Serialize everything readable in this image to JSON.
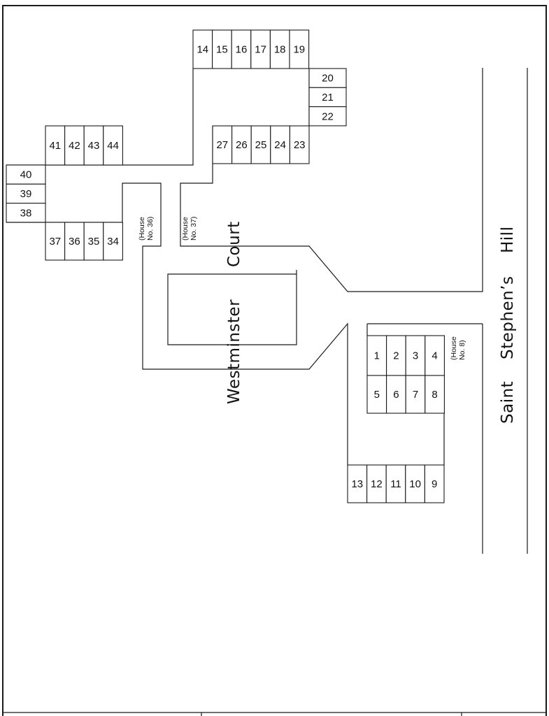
{
  "streets": {
    "court": {
      "word1": "Westminster",
      "word2": "Court"
    },
    "hill": {
      "word1": "Saint",
      "word2": "Stephen’s",
      "word3": "Hill"
    }
  },
  "house_labels": [
    {
      "line1": "(House",
      "line2": "No. 36)"
    },
    {
      "line1": "(House",
      "line2": "No. 37)"
    },
    {
      "line1": "(House",
      "line2": "No. 8)"
    }
  ],
  "unit_blocks": {
    "block_14_19": [
      "14",
      "15",
      "16",
      "17",
      "18",
      "19"
    ],
    "block_20_22": [
      "20",
      "21",
      "22"
    ],
    "block_27_23": [
      "27",
      "26",
      "25",
      "24",
      "23"
    ],
    "block_41_44": [
      "41",
      "42",
      "43",
      "44"
    ],
    "block_40_38": [
      "40",
      "39",
      "38"
    ],
    "block_37_34": [
      "37",
      "36",
      "35",
      "34"
    ],
    "block_1_4": [
      "1",
      "2",
      "3",
      "4"
    ],
    "block_5_8": [
      "5",
      "6",
      "7",
      "8"
    ],
    "block_13_9": [
      "13",
      "12",
      "11",
      "10",
      "9"
    ]
  }
}
